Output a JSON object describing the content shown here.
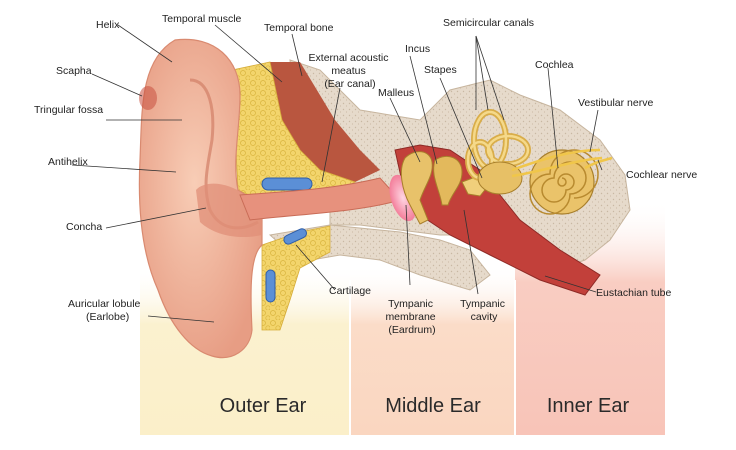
{
  "zones": {
    "outer": "Outer Ear",
    "middle": "Middle Ear",
    "inner": "Inner Ear"
  },
  "labels": {
    "helix": "Helix",
    "temporal_muscle": "Temporal muscle",
    "temporal_bone": "Temporal bone",
    "external_meatus": [
      "External acoustic",
      "meatus",
      "(Ear canal)"
    ],
    "incus": "Incus",
    "semicircular_canals": "Semicircular canals",
    "scapha": "Scapha",
    "stapes": "Stapes",
    "cochlea": "Cochlea",
    "malleus": "Malleus",
    "vestibular_nerve": "Vestibular nerve",
    "triangular_fossa": "Tringular fossa",
    "antihelix": "Antihelix",
    "cochlear_nerve": "Cochlear nerve",
    "concha": "Concha",
    "cartilage": "Cartilage",
    "eustachian_tube": "Eustachian tube",
    "auricular_lobule": [
      "Auricular lobule",
      "(Earlobe)"
    ],
    "tympanic_membrane": [
      "Tympanic",
      "membrane",
      "(Eardrum)"
    ],
    "tympanic_cavity": [
      "Tympanic",
      "cavity"
    ]
  },
  "colors": {
    "outer_zone": "#fbf1cf",
    "middle_zone": "#fbd9c4",
    "inner_zone": "#f9c9bf",
    "skin": "#f2b8a0",
    "bone": "#e3d6c6",
    "muscle": "#b5533f",
    "fat": "#f1d46a",
    "canal": "#c7443b",
    "ossicles": "#e9c26a",
    "nerve": "#f0c64a"
  }
}
